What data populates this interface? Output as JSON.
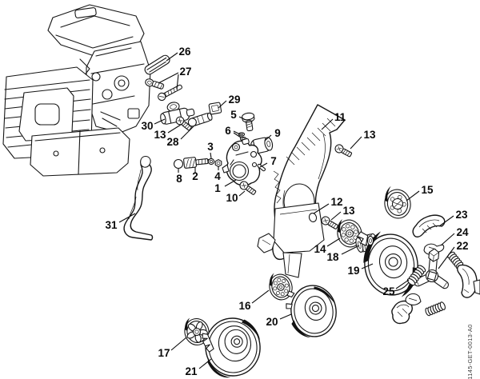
{
  "figure": {
    "drawing_code": "1145-GET-0013-A0"
  },
  "callouts": [
    {
      "label": "1"
    },
    {
      "label": "2"
    },
    {
      "label": "3"
    },
    {
      "label": "4"
    },
    {
      "label": "5"
    },
    {
      "label": "6"
    },
    {
      "label": "7"
    },
    {
      "label": "8"
    },
    {
      "label": "9"
    },
    {
      "label": "10"
    },
    {
      "label": "11"
    },
    {
      "label": "12"
    },
    {
      "label": "13"
    },
    {
      "label": "13"
    },
    {
      "label": "13"
    },
    {
      "label": "14"
    },
    {
      "label": "15"
    },
    {
      "label": "16"
    },
    {
      "label": "17"
    },
    {
      "label": "18"
    },
    {
      "label": "19"
    },
    {
      "label": "20"
    },
    {
      "label": "21"
    },
    {
      "label": "22"
    },
    {
      "label": "23"
    },
    {
      "label": "24"
    },
    {
      "label": "25"
    },
    {
      "label": "26"
    },
    {
      "label": "27"
    },
    {
      "label": "28"
    },
    {
      "label": "29"
    },
    {
      "label": "30"
    },
    {
      "label": "31"
    }
  ]
}
